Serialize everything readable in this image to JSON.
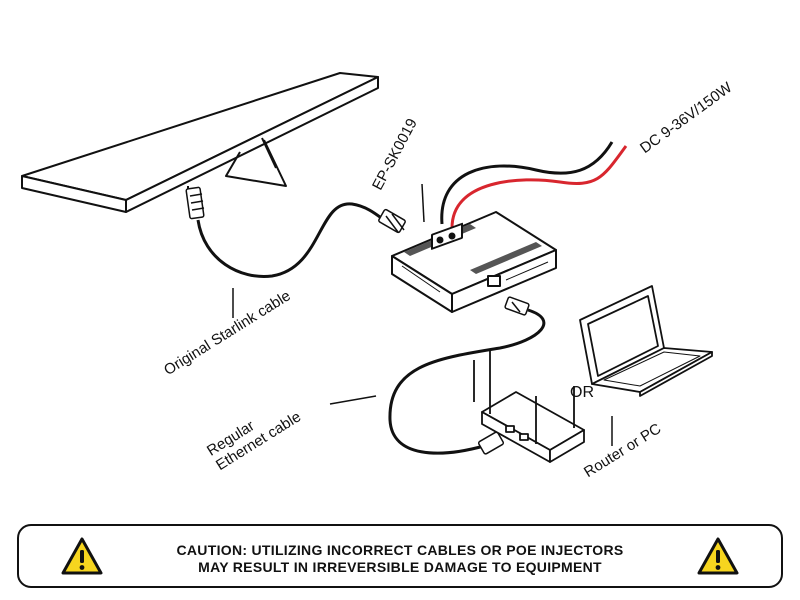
{
  "labels": {
    "product": "EP-SK0019",
    "power": "DC 9-36V/150W",
    "starlink_cable": "Original Starlink cable",
    "ethernet_cable": "Regular\nEthernet cable",
    "or": "OR",
    "router_pc": "Router or PC"
  },
  "caution": {
    "line1": "CAUTION: UTILIZING INCORRECT CABLES OR POE INJECTORS",
    "line2": "MAY RESULT IN IRREVERSIBLE DAMAGE TO EQUIPMENT"
  },
  "icons": [
    "warning-icon",
    "warning-icon"
  ],
  "colors": {
    "power_red": "#d8262e",
    "warning_yellow": "#f6d51f",
    "line": "#111111"
  }
}
